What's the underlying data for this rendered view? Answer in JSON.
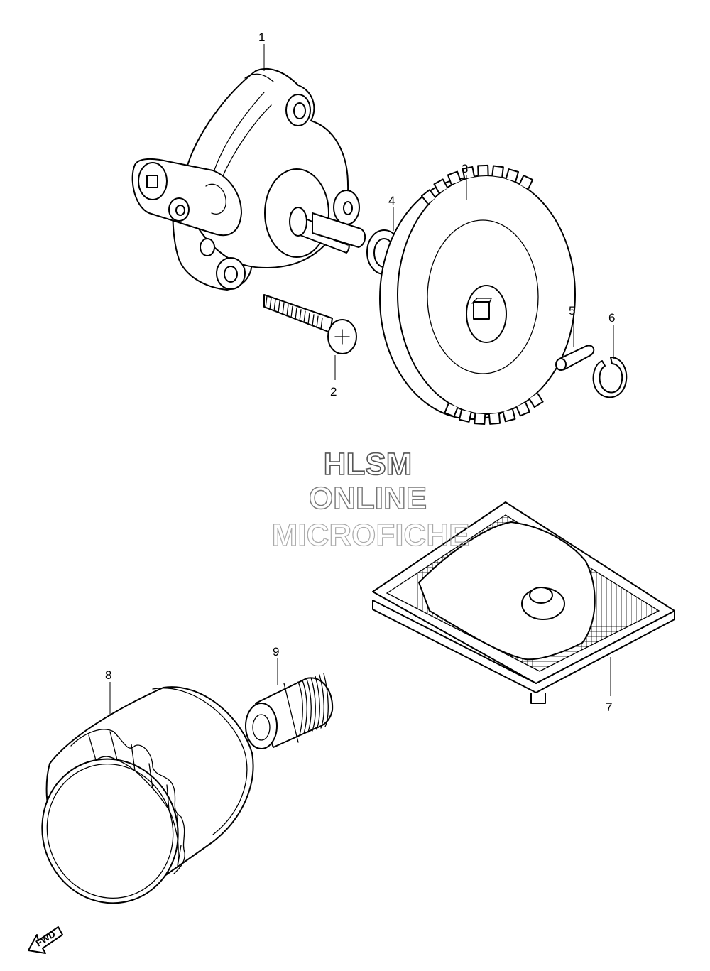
{
  "parts": [
    {
      "ref": "1",
      "icon": "oil-pump-icon"
    },
    {
      "ref": "2",
      "icon": "screw-icon"
    },
    {
      "ref": "3",
      "icon": "gear-icon"
    },
    {
      "ref": "4",
      "icon": "washer-icon"
    },
    {
      "ref": "5",
      "icon": "pin-icon"
    },
    {
      "ref": "6",
      "icon": "circlip-icon"
    },
    {
      "ref": "7",
      "icon": "strainer-icon"
    },
    {
      "ref": "8",
      "icon": "oil-filter-icon"
    },
    {
      "ref": "9",
      "icon": "union-bolt-icon"
    }
  ],
  "watermark": {
    "line1": "HLSM",
    "line2": "ONLINE",
    "line3": "MICROFICHE"
  },
  "direction_badge": {
    "label": "FWD",
    "icon": "fwd-arrow-icon"
  },
  "colors": {
    "ink": "#000000",
    "watermark_dark": "#555555",
    "watermark_mid": "#777777",
    "watermark_light": "#aaaaaa"
  }
}
